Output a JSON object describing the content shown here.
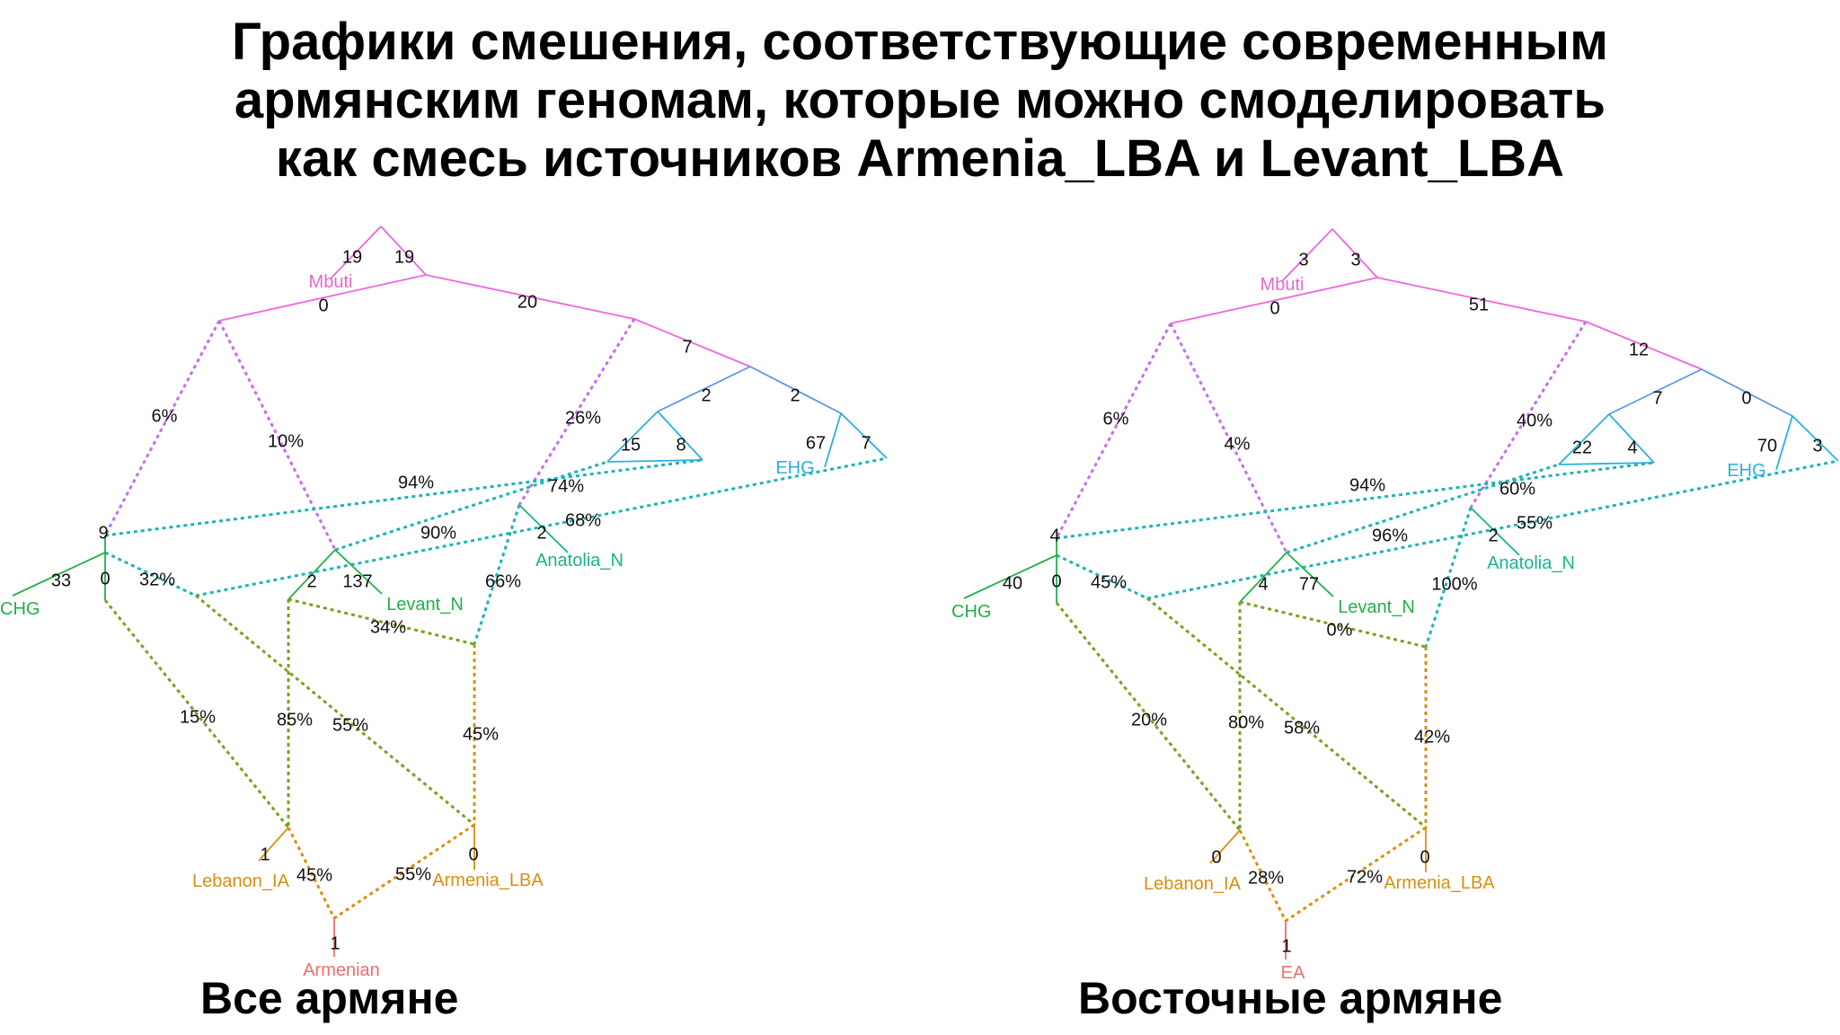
{
  "title": {
    "line1": "Графики смешения, соответствующие современным",
    "line2": "армянским геномам, которые можно смоделировать",
    "line3": "как смесь источников Armenia_LBA и Levant_LBA"
  },
  "colors": {
    "mbuti": "#e868c8",
    "root_edges": "#ee66dd",
    "ancient_admix": "#c46ef2",
    "ehg": "#2bb0e0",
    "blue_edges": "#5a97ee",
    "anatolia": "#18b48a",
    "teal_admix": "#1bb5b5",
    "chg_levant": "#22b04a",
    "olive_admix": "#7aa01e",
    "lba": "#d88f12",
    "armenian": "#ee6e6e"
  },
  "graphs": [
    {
      "caption": "Все армяне",
      "labels": {
        "mbuti": "Mbuti",
        "ehg": "EHG",
        "anatolia": "Anatolia_N",
        "levant": "Levant_N",
        "chg": "CHG",
        "lebanon": "Lebanon_IA",
        "armenia_lba": "Armenia_LBA",
        "target": "Armenian"
      },
      "edge_values": {
        "root_mbuti": "19",
        "root_r1": "19",
        "r1_left": "0",
        "r1_right": "20",
        "r2_n3": "7",
        "n3_n4": "2",
        "n3_n5": "2",
        "n4_l": "15",
        "n4_r": "8",
        "n5_l": "67",
        "n5_r": "7",
        "anat_drift": "2",
        "n9_drift": "9",
        "chg_drift": "33",
        "n9_down": "0",
        "lev_a": "2",
        "lev_b": "137",
        "leb_drift": "1",
        "arm_drift": "0",
        "target_drift": "1"
      },
      "admix_values": {
        "a6": "6%",
        "a10": "10%",
        "a26": "26%",
        "a94": "94%",
        "a74": "74%",
        "a90": "90%",
        "a68": "68%",
        "a32": "32%",
        "a66": "66%",
        "a34": "34%",
        "a15": "15%",
        "a85": "85%",
        "a55": "55%",
        "a45": "45%",
        "mix_left": "45%",
        "mix_right": "55%"
      }
    },
    {
      "caption": "Восточные армяне",
      "labels": {
        "mbuti": "Mbuti",
        "ehg": "EHG",
        "anatolia": "Anatolia_N",
        "levant": "Levant_N",
        "chg": "CHG",
        "lebanon": "Lebanon_IA",
        "armenia_lba": "Armenia_LBA",
        "target": "EA"
      },
      "edge_values": {
        "root_mbuti": "3",
        "root_r1": "3",
        "r1_left": "0",
        "r1_right": "51",
        "r2_n3": "12",
        "n3_n4": "7",
        "n3_n5": "0",
        "n4_l": "22",
        "n4_r": "4",
        "n5_l": "70",
        "n5_r": "3",
        "anat_drift": "2",
        "n9_drift": "4",
        "chg_drift": "40",
        "n9_down": "0",
        "lev_a": "4",
        "lev_b": "77",
        "leb_drift": "0",
        "arm_drift": "0",
        "target_drift": "1"
      },
      "admix_values": {
        "a6": "6%",
        "a10": "4%",
        "a26": "40%",
        "a94": "94%",
        "a74": "60%",
        "a90": "96%",
        "a68": "55%",
        "a32": "45%",
        "a66": "100%",
        "a34": "0%",
        "a15": "20%",
        "a85": "80%",
        "a55": "58%",
        "a45": "42%",
        "mix_left": "28%",
        "mix_right": "72%"
      }
    }
  ]
}
